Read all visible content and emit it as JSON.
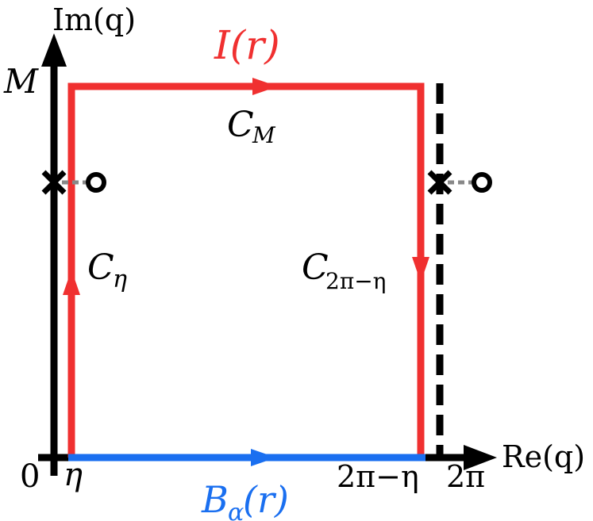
{
  "axes": {
    "y_label": "Im(q)",
    "x_label": "Re(q)",
    "y_tick_top": "M",
    "x_tick_zero": "0",
    "x_tick_eta": "η",
    "x_tick_two_pi_minus_eta": "2π−η",
    "x_tick_two_pi": "2π"
  },
  "contours": {
    "top_label_letter": "C",
    "top_label_sub": "M",
    "left_label_letter": "C",
    "left_label_sub": "η",
    "right_label_letter": "C",
    "right_label_sub": "2π−η"
  },
  "annotations": {
    "integral_I": "I(r)",
    "integral_B_main": "B",
    "integral_B_sub": "α",
    "integral_B_arg": "(r)"
  },
  "colors": {
    "red_contour": "#f03030",
    "blue_contour": "#1a6ff0",
    "axis": "#000000",
    "branch_cut": "#888888"
  }
}
